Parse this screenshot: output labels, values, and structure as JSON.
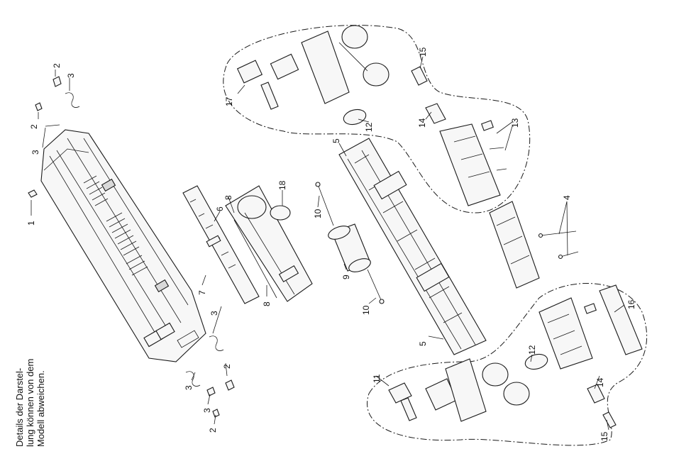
{
  "note": {
    "line1": "Details der Darstel-",
    "line2": "lung können von dem",
    "line3": "Modell abweichen."
  },
  "callouts": {
    "c1": "1",
    "c2a": "2",
    "c2b": "2",
    "c2c": "2",
    "c2d": "2",
    "c3a": "3",
    "c3b": "3",
    "c3c": "3",
    "c3d": "3",
    "c3e": "3",
    "c4": "4",
    "c5a": "5",
    "c5b": "5",
    "c6": "6",
    "c7": "7",
    "c8a": "8",
    "c8b": "8",
    "c9": "9",
    "c10a": "10",
    "c10b": "10",
    "c11": "11",
    "c12a": "12",
    "c12b": "12",
    "c13": "13",
    "c14a": "14",
    "c14b": "14",
    "c15a": "15",
    "c15b": "15",
    "c16": "16",
    "c17": "17",
    "c18": "18"
  }
}
